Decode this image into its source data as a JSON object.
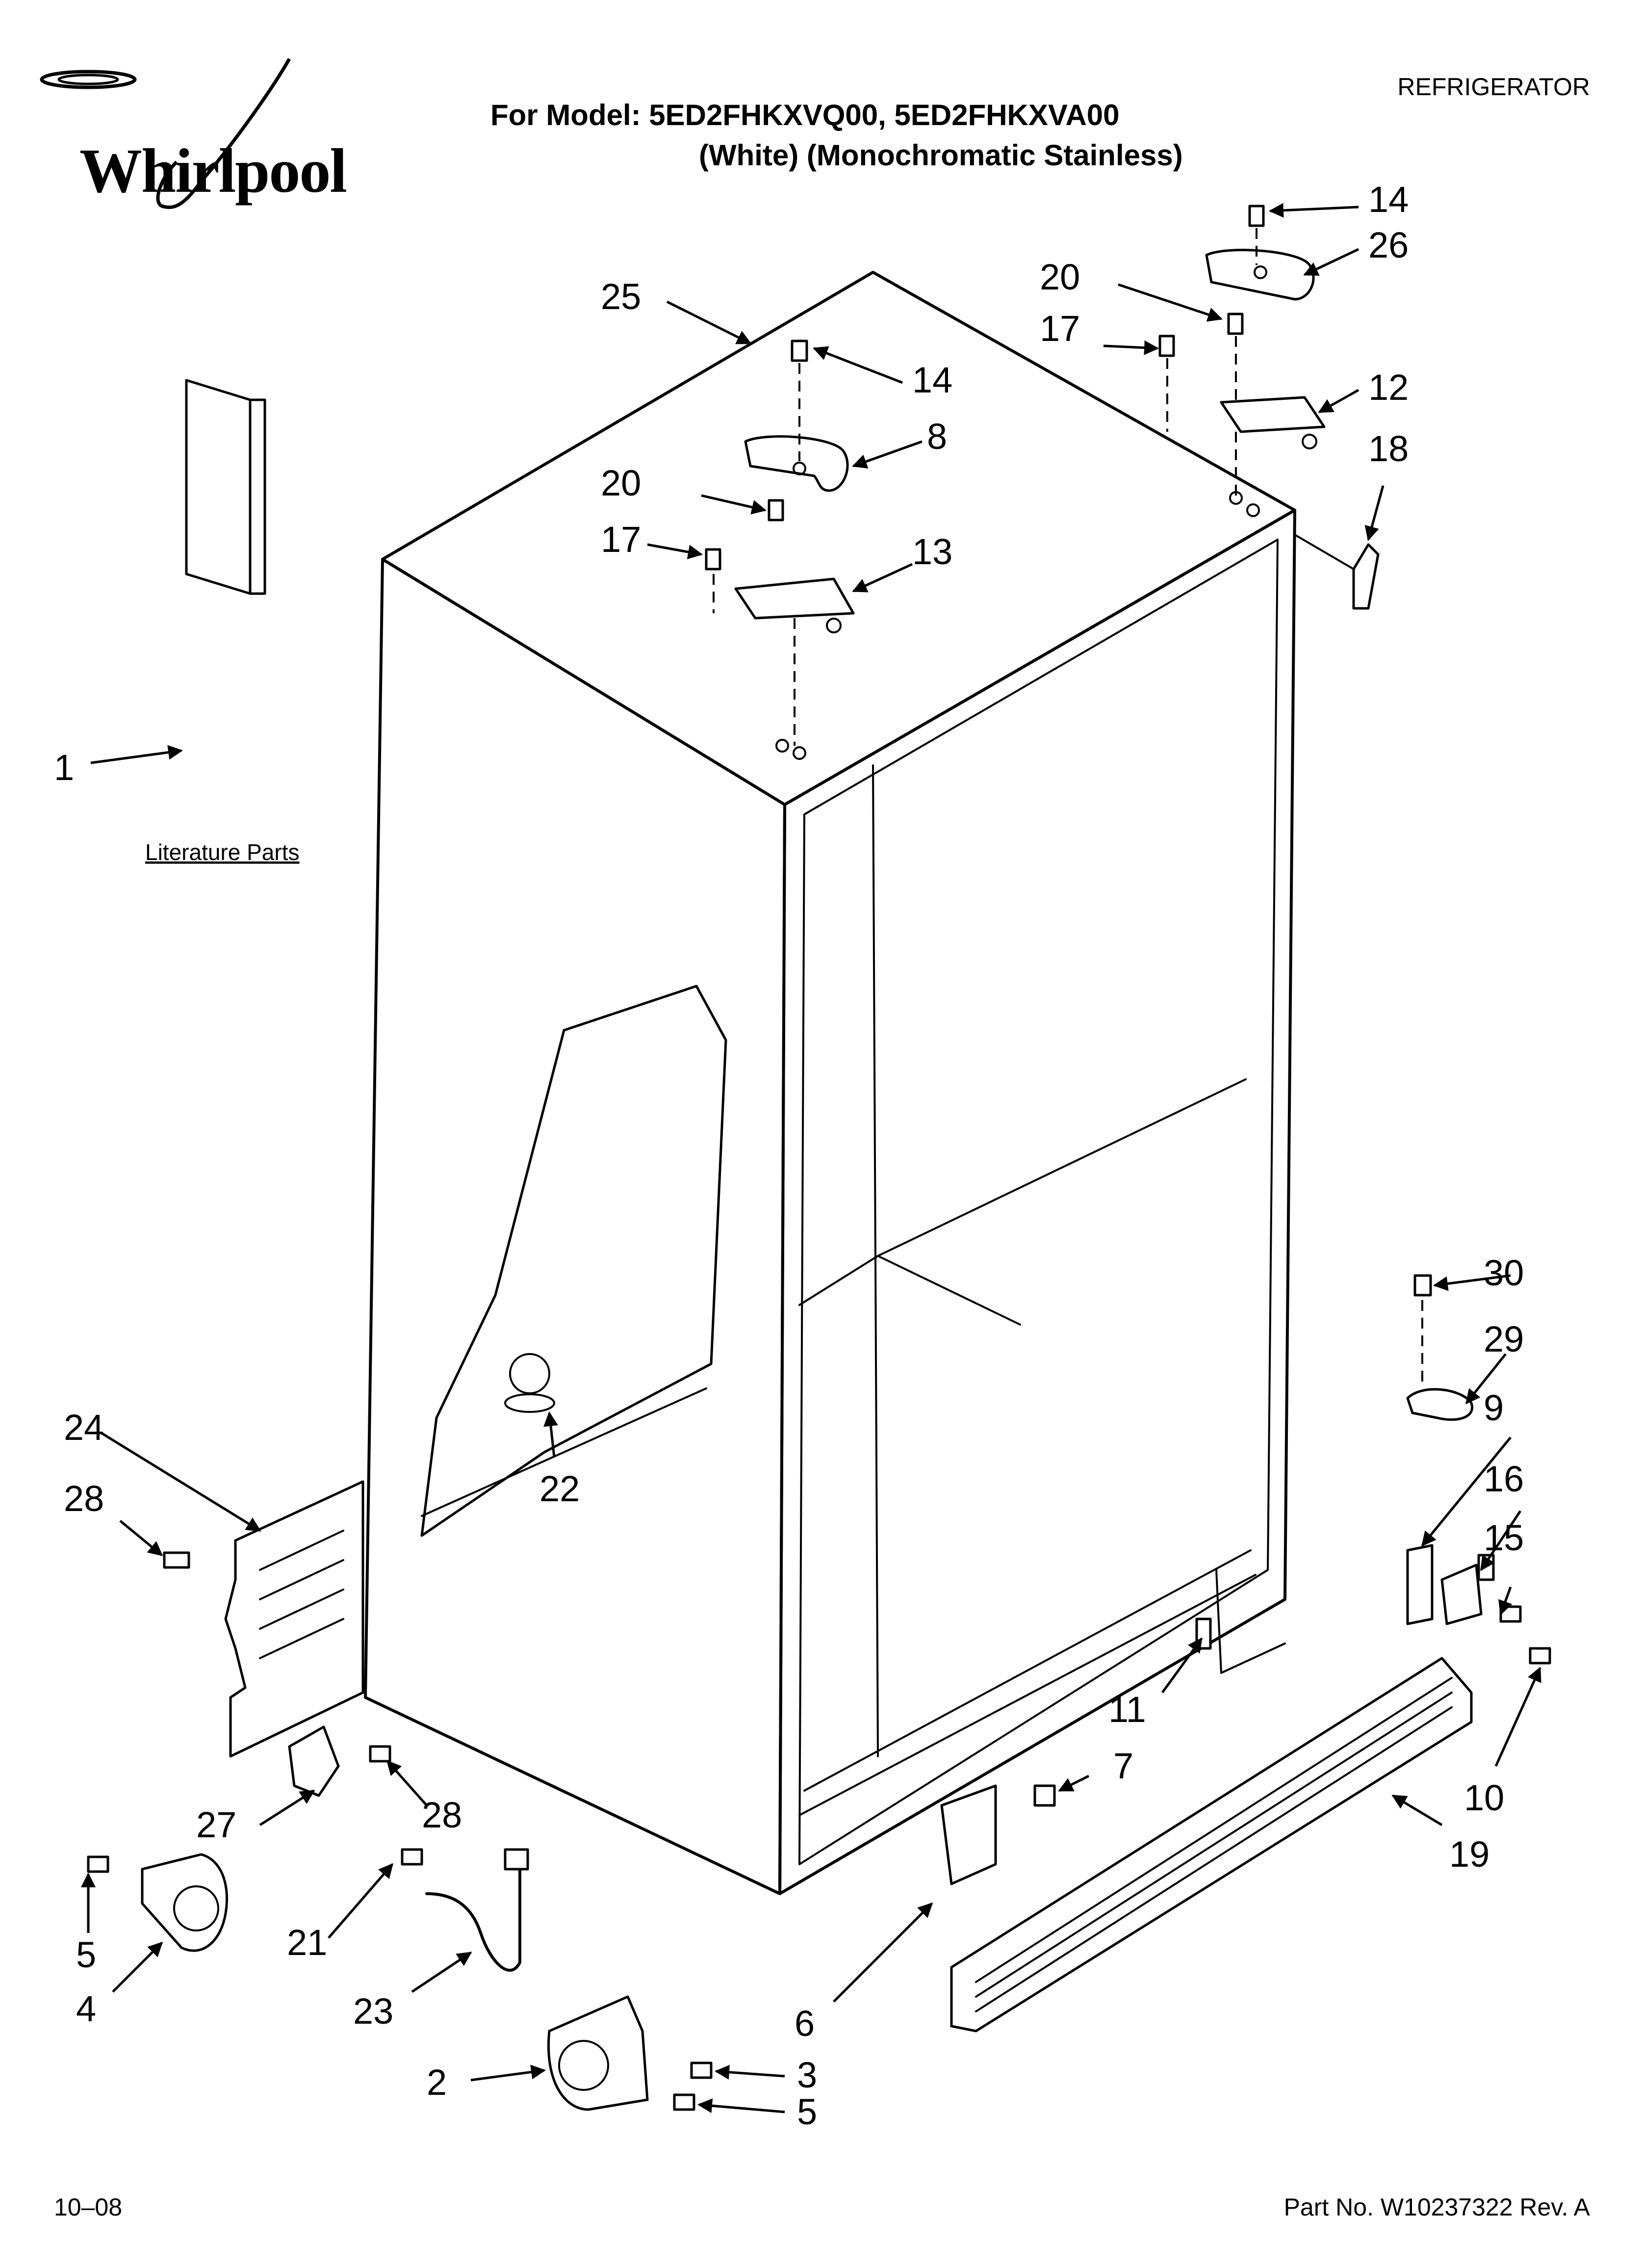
{
  "header": {
    "brand": "Whirlpool",
    "model_line": "For Model: 5ED2FHKXVQ00, 5ED2FHKXVA00",
    "variant_line": "(White) (Monochromatic Stainless)",
    "category": "REFRIGERATOR"
  },
  "literature_label": "Literature Parts",
  "callouts": {
    "c1": "1",
    "c2": "2",
    "c3": "3",
    "c4": "4",
    "c5a": "5",
    "c5b": "5",
    "c6": "6",
    "c7": "7",
    "c8": "8",
    "c9": "9",
    "c10": "10",
    "c11": "11",
    "c12": "12",
    "c13": "13",
    "c14a": "14",
    "c14b": "14",
    "c15": "15",
    "c16": "16",
    "c17a": "17",
    "c17b": "17",
    "c18": "18",
    "c19": "19",
    "c20a": "20",
    "c20b": "20",
    "c21": "21",
    "c22": "22",
    "c23": "23",
    "c24": "24",
    "c25": "25",
    "c26": "26",
    "c27": "27",
    "c28a": "28",
    "c28b": "28",
    "c29": "29",
    "c30": "30"
  },
  "footer": {
    "date": "10–08",
    "part_number": "Part No. W10237322 Rev. A"
  }
}
